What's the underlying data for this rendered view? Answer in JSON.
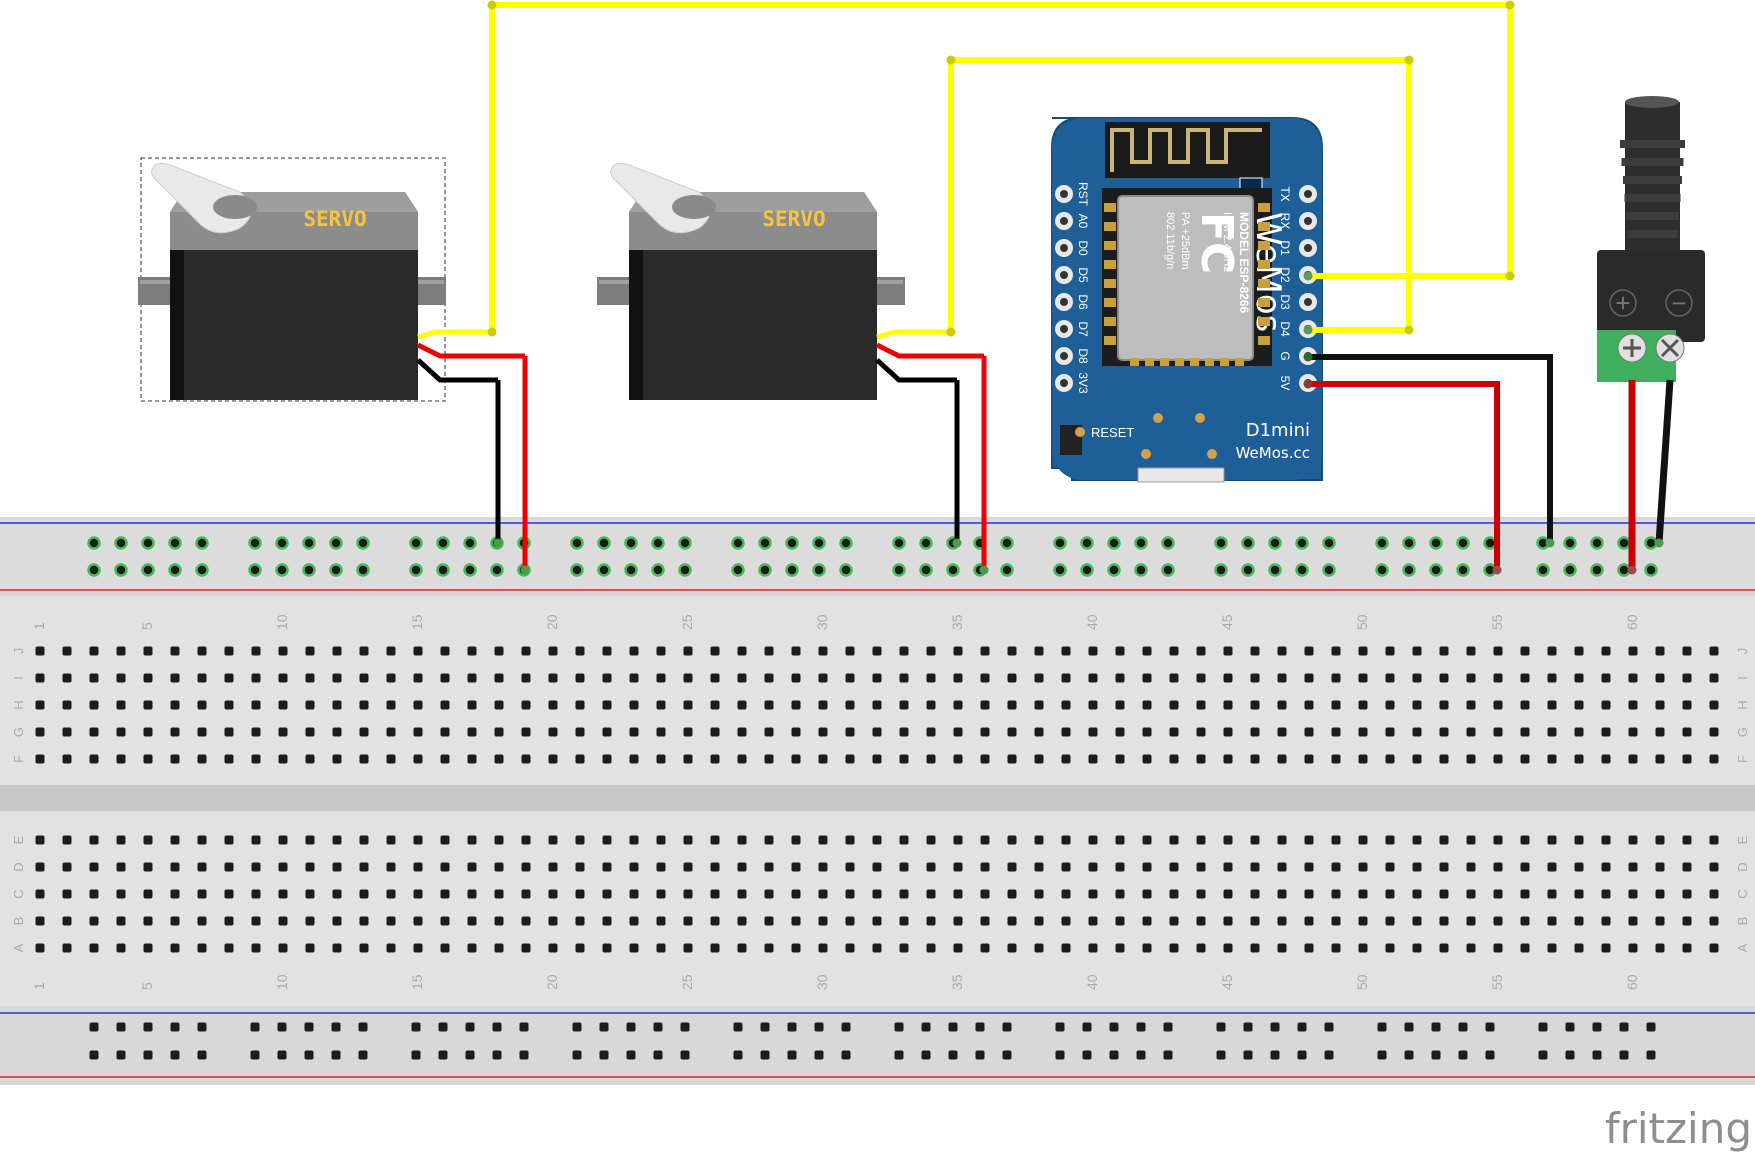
{
  "servos": [
    {
      "label": "SERVO",
      "selected": true
    },
    {
      "label": "SERVO",
      "selected": false
    }
  ],
  "wemos": {
    "left_pins": [
      "RST",
      "A0",
      "D0",
      "D5",
      "D6",
      "D7",
      "D8",
      "3V3"
    ],
    "right_pins": [
      "TX",
      "RX",
      "D1",
      "D2",
      "D3",
      "D4",
      "G",
      "5V"
    ],
    "model_line": "MODEL ESP-8266",
    "ism_line": "ISM 2.4GHz",
    "pa_line": "PA +25dBm",
    "wifi_line": "802.11b/g/n",
    "fc_logo": "FC",
    "brand_logo": "WeMos",
    "reset_label": "RESET",
    "board_name": "D1mini",
    "website": "WeMos.cc"
  },
  "dc_jack": {
    "plus_symbol": "+",
    "minus_symbol": "−"
  },
  "breadboard": {
    "column_numbers": [
      "1",
      "5",
      "10",
      "15",
      "20",
      "25",
      "30",
      "35",
      "40",
      "45",
      "50",
      "55",
      "60"
    ],
    "upper_rows": [
      "J",
      "I",
      "H",
      "G",
      "F"
    ],
    "lower_rows": [
      "E",
      "D",
      "C",
      "B",
      "A"
    ]
  },
  "watermark": "fritzing",
  "colors": {
    "signal_wire": "#ffff00",
    "power_wire": "#ff0000",
    "ground_wire": "#000000",
    "board_pcb": "#1f5f97",
    "terminal_green": "#40b060",
    "breadboard": "#d9d9d9"
  }
}
